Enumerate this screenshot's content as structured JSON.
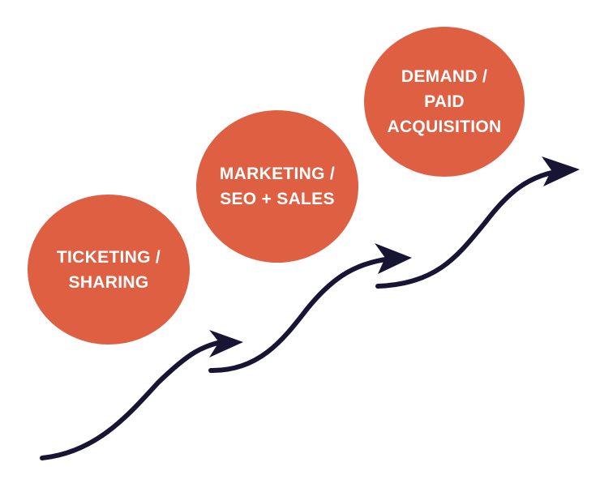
{
  "colors": {
    "circle": "#DF5F43",
    "arrow": "#171533",
    "text": "#FFFFFF",
    "background": "#FFFFFF"
  },
  "stages": [
    {
      "label": "TICKETING /\nSHARING"
    },
    {
      "label": "MARKETING /\nSEO + SALES"
    },
    {
      "label": "DEMAND /\nPAID\nACQUISITION"
    }
  ]
}
